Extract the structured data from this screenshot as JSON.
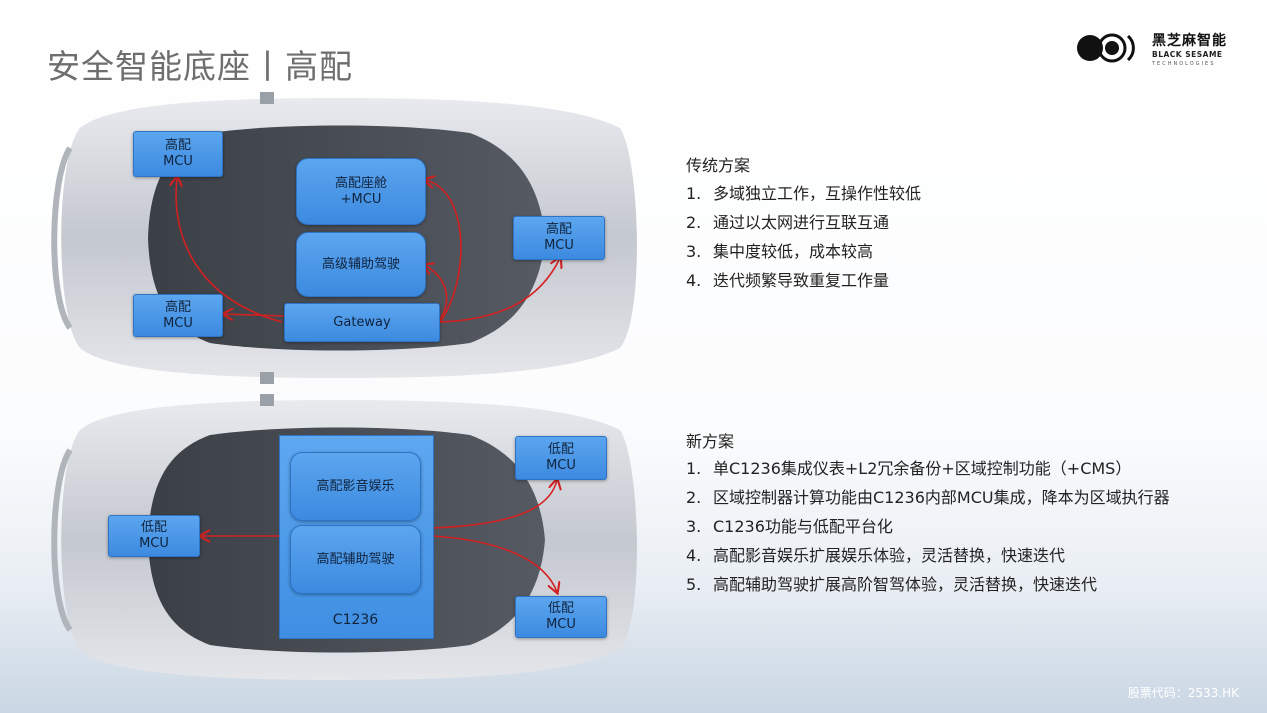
{
  "title": "安全智能底座丨高配",
  "logo": {
    "cn": "黑芝麻智能",
    "en": "BLACK SESAME",
    "en_sub": "TECHNOLOGIES"
  },
  "diagram_top": {
    "mcu_top_left": "高配\nMCU",
    "cockpit": "高配座舱\n+MCU",
    "adas": "高级辅助驾驶",
    "mcu_right": "高配\nMCU",
    "mcu_bottom_left": "高配\nMCU",
    "gateway": "Gateway"
  },
  "diagram_bottom": {
    "mcu_left": "低配\nMCU",
    "infotainment": "高配影音娱乐",
    "adas": "高配辅助驾驶",
    "chip": "C1236",
    "mcu_right_top": "低配\nMCU",
    "mcu_right_bottom": "低配\nMCU"
  },
  "traditional": {
    "title": "传统方案",
    "items": [
      {
        "n": "1.",
        "text": "多域独立工作，互操作性较低"
      },
      {
        "n": "2.",
        "text": "通过以太网进行互联互通"
      },
      {
        "n": "3.",
        "text": "集中度较低，成本较高"
      },
      {
        "n": "4.",
        "text": "迭代频繁导致重复工作量"
      }
    ]
  },
  "new_scheme": {
    "title": "新方案",
    "items": [
      {
        "n": "1.",
        "text": "单C1236集成仪表+L2冗余备份+区域控制功能（+CMS）"
      },
      {
        "n": "2.",
        "text": "区域控制器计算功能由C1236内部MCU集成，降本为区域执行器"
      },
      {
        "n": "3.",
        "text": "C1236功能与低配平台化"
      },
      {
        "n": "4.",
        "text": "高配影音娱乐扩展娱乐体验，灵活替换，快速迭代"
      },
      {
        "n": "5.",
        "text": "高配辅助驾驶扩展高阶智驾体验，灵活替换，快速迭代"
      }
    ]
  },
  "stock": "股票代码：2533.HK",
  "colors": {
    "box": "#4a97e8",
    "arrow": "#d42020"
  }
}
